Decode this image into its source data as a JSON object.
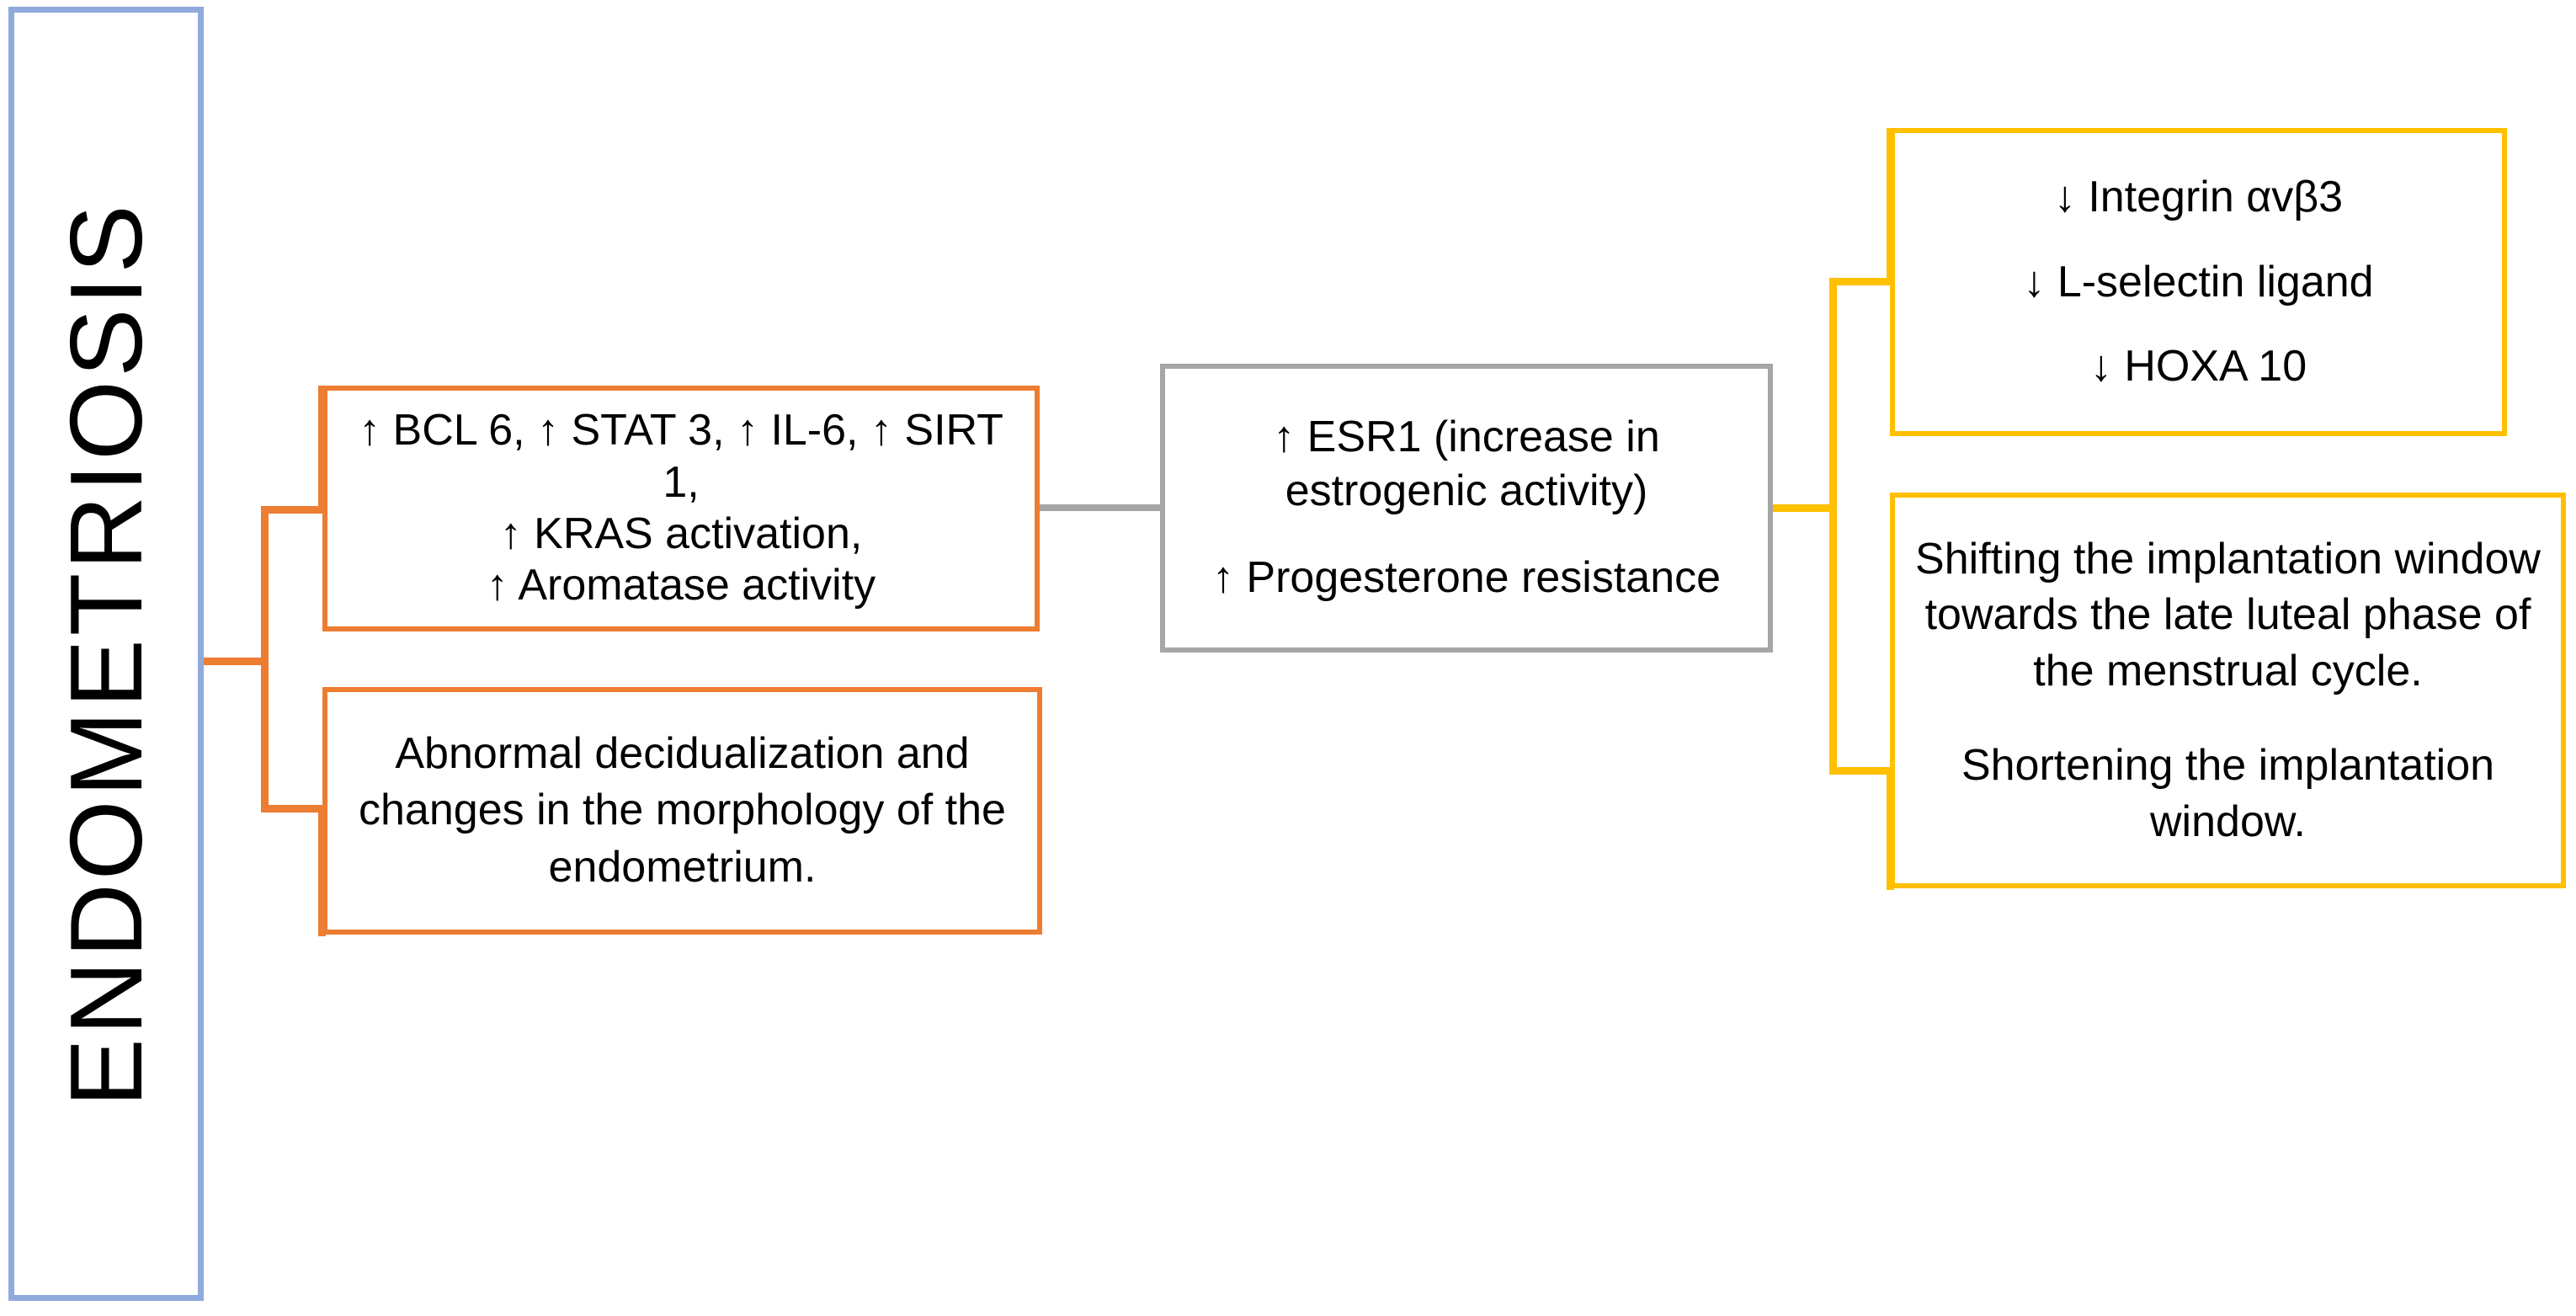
{
  "diagram": {
    "title": "ENDOMETRIOSIS",
    "colors": {
      "title_border": "#8FAADC",
      "orange": "#ED7D31",
      "gray": "#A6A6A6",
      "yellow": "#FFC000",
      "text": "#000000",
      "background": "#FFFFFF"
    }
  },
  "nodes": {
    "growth_factors": {
      "lines": [
        "↑ BCL 6, ↑ STAT 3, ↑ IL-6, ↑ SIRT 1,",
        "↑ KRAS activation,",
        "↑ Aromatase activity"
      ]
    },
    "decidualization": {
      "lines": [
        "Abnormal decidualization and changes in the morphology of the endometrium."
      ]
    },
    "estrogen": {
      "lines": [
        "↑ ESR1 (increase in estrogenic activity)",
        "↑ Progesterone resistance"
      ]
    },
    "markers": {
      "lines": [
        "↓ Integrin αvβ3",
        "↓ L-selectin ligand",
        "↓ HOXA 10"
      ]
    },
    "implantation": {
      "lines": [
        "Shifting the implantation window towards the  late luteal phase of the menstrual cycle.",
        "Shortening the implantation window."
      ]
    }
  }
}
